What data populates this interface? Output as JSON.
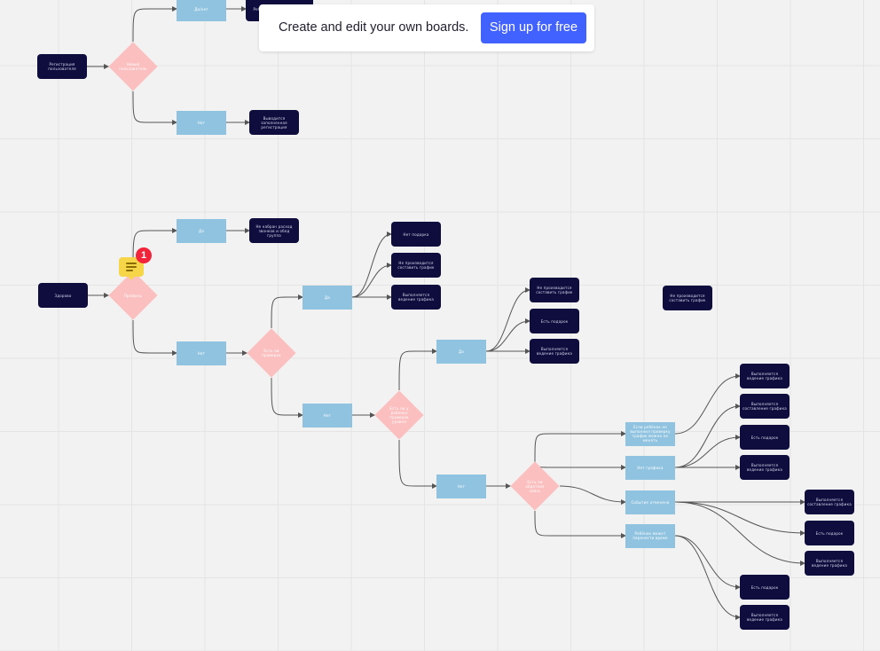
{
  "banner": {
    "text": "Create and edit your own boards.",
    "button_label": "Sign up for free"
  },
  "comment": {
    "count": "1"
  },
  "nodes": [
    {
      "id": "a1",
      "type": "dark",
      "text": "Регистрация пользователя"
    },
    {
      "id": "a2",
      "type": "diamond",
      "text": "Новый пользователь"
    },
    {
      "id": "a3",
      "type": "blue",
      "text": "Да/нет"
    },
    {
      "id": "a4",
      "type": "dark",
      "text": "Ребёнок получает ссылку"
    },
    {
      "id": "a5",
      "type": "blue",
      "text": "Нет"
    },
    {
      "id": "a6",
      "type": "dark",
      "text": "Выводится заполненная регистрация"
    },
    {
      "id": "b1",
      "type": "dark",
      "text": "Здорово"
    },
    {
      "id": "b2",
      "type": "diamond",
      "text": "Профиль"
    },
    {
      "id": "b3",
      "type": "blue",
      "text": "Да"
    },
    {
      "id": "b4",
      "type": "dark",
      "text": "Не набран расход звонков и обед группа"
    },
    {
      "id": "b5",
      "type": "blue",
      "text": "Нет"
    },
    {
      "id": "b6",
      "type": "diamond",
      "text": "Есть ли проверка"
    },
    {
      "id": "b7",
      "type": "blue",
      "text": "Да"
    },
    {
      "id": "b8",
      "type": "dark",
      "text": "Нет подарка"
    },
    {
      "id": "b9",
      "type": "dark",
      "text": "Не производится составить график"
    },
    {
      "id": "b10",
      "type": "dark",
      "text": "Выполняется ведение графика"
    },
    {
      "id": "b11",
      "type": "blue",
      "text": "Нет"
    },
    {
      "id": "b12",
      "type": "diamond",
      "text": "Есть ли у ребенка проверка уровня"
    },
    {
      "id": "b13",
      "type": "blue",
      "text": "Да"
    },
    {
      "id": "b14",
      "type": "dark",
      "text": "Не производится составить график"
    },
    {
      "id": "b15",
      "type": "dark",
      "text": "Есть подарок"
    },
    {
      "id": "b16",
      "type": "dark",
      "text": "Выполняется ведение графика"
    },
    {
      "id": "b17",
      "type": "dark",
      "text": "Не производится составить график"
    },
    {
      "id": "b18",
      "type": "blue",
      "text": "Нет"
    },
    {
      "id": "b19",
      "type": "diamond",
      "text": "Есть ли обратная связь"
    },
    {
      "id": "b20",
      "type": "blue",
      "text": "Если ребёнок не выполнил проверку график можно не менять"
    },
    {
      "id": "b21",
      "type": "blue",
      "text": "Нет графика"
    },
    {
      "id": "b22",
      "type": "blue",
      "text": "Событие отменено"
    },
    {
      "id": "b23",
      "type": "blue",
      "text": "Ребёнок может перенести время"
    },
    {
      "id": "c1",
      "type": "dark",
      "text": "Выполняется ведение графика"
    },
    {
      "id": "c2",
      "type": "dark",
      "text": "Выполняется составление графика"
    },
    {
      "id": "c3",
      "type": "dark",
      "text": "Есть подарок"
    },
    {
      "id": "c4",
      "type": "dark",
      "text": "Выполняется ведение графика"
    },
    {
      "id": "c5",
      "type": "dark",
      "text": "Выполняется составление графика"
    },
    {
      "id": "c6",
      "type": "dark",
      "text": "Есть подарок"
    },
    {
      "id": "c7",
      "type": "dark",
      "text": "Выполняется ведение графика"
    },
    {
      "id": "c8",
      "type": "dark",
      "text": "Есть подарок"
    },
    {
      "id": "c9",
      "type": "dark",
      "text": "Выполняется ведение графика"
    }
  ],
  "edges": [
    [
      "a1",
      "a2"
    ],
    [
      "a2",
      "a3"
    ],
    [
      "a3",
      "a4"
    ],
    [
      "a2",
      "a5"
    ],
    [
      "a5",
      "a6"
    ],
    [
      "b1",
      "b2"
    ],
    [
      "b2",
      "b3"
    ],
    [
      "b3",
      "b4"
    ],
    [
      "b2",
      "b5"
    ],
    [
      "b5",
      "b6"
    ],
    [
      "b6",
      "b7"
    ],
    [
      "b7",
      "b8"
    ],
    [
      "b7",
      "b9"
    ],
    [
      "b7",
      "b10"
    ],
    [
      "b6",
      "b11"
    ],
    [
      "b11",
      "b12"
    ],
    [
      "b12",
      "b13"
    ],
    [
      "b13",
      "b14"
    ],
    [
      "b13",
      "b15"
    ],
    [
      "b13",
      "b16"
    ],
    [
      "b12",
      "b18"
    ],
    [
      "b18",
      "b19"
    ],
    [
      "b19",
      "b20"
    ],
    [
      "b19",
      "b21"
    ],
    [
      "b19",
      "b22"
    ],
    [
      "b19",
      "b23"
    ],
    [
      "b20",
      "c1"
    ],
    [
      "b21",
      "c2"
    ],
    [
      "b21",
      "c3"
    ],
    [
      "b21",
      "c4"
    ],
    [
      "b22",
      "c5"
    ],
    [
      "b22",
      "c6"
    ],
    [
      "b22",
      "c7"
    ],
    [
      "b23",
      "c8"
    ],
    [
      "b23",
      "c9"
    ]
  ],
  "colors": {
    "dark_node": "#0e0d3d",
    "blue_node": "#8fc3e0",
    "diamond": "#fcbfbf",
    "connector": "#555555",
    "cta": "#4262ff",
    "badge": "#f2243a",
    "comment": "#f6d548"
  }
}
